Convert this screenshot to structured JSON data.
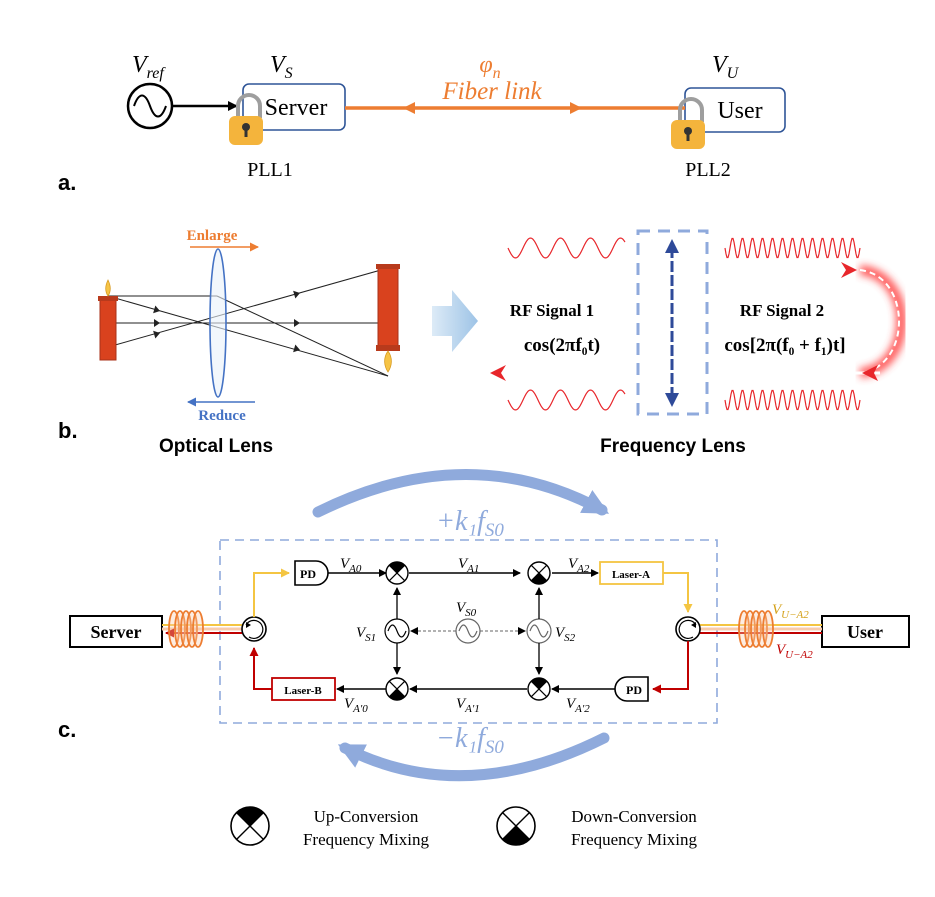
{
  "panel_a": {
    "label": "a.",
    "vref": "V",
    "vref_sub": "ref",
    "vs": "V",
    "vs_sub": "S",
    "vu": "V",
    "vu_sub": "U",
    "server": "Server",
    "user": "User",
    "phi": "φ",
    "phi_sub": "n",
    "fiber_link": "Fiber link",
    "pll1": "PLL1",
    "pll2": "PLL2"
  },
  "panel_b": {
    "label": "b.",
    "enlarge": "Enlarge",
    "reduce": "Reduce",
    "optical_lens": "Optical Lens",
    "frequency_lens": "Frequency Lens",
    "rf1_title": "RF Signal 1",
    "rf1_formula": "cos(2πf₀t)",
    "rf2_title": "RF Signal 2",
    "rf2_formula": "cos[2π(f₀ + f₁)t]"
  },
  "panel_c": {
    "label": "c.",
    "plus_shift": "+k₁f",
    "plus_shift_sub": "S0",
    "minus_shift": "−k₁f",
    "minus_shift_sub": "S0",
    "server": "Server",
    "user": "User",
    "pd_top": "PD",
    "pd_bottom": "PD",
    "laser_a": "Laser-A",
    "laser_b": "Laser-B",
    "va0": "V",
    "va0_sub": "A0",
    "va1": "V",
    "va1_sub": "A1",
    "va2": "V",
    "va2_sub": "A2",
    "vs0": "V",
    "vs0_sub": "S0",
    "vs1": "V",
    "vs1_sub": "S1",
    "vs2": "V",
    "vs2_sub": "S2",
    "vap0": "V",
    "vap0_sub": "A′0",
    "vap1": "V",
    "vap1_sub": "A′1",
    "vap2": "V",
    "vap2_sub": "A′2",
    "vua2_top": "V",
    "vua2_top_sub": "U−A2",
    "vua2_bot": "V",
    "vua2_bot_sub": "U−A2"
  },
  "legend": {
    "up_line1": "Up-Conversion",
    "up_line2": "Frequency Mixing",
    "down_line1": "Down-Conversion",
    "down_line2": "Frequency Mixing"
  },
  "colors": {
    "fiber_orange": "#ED7D31",
    "lock_gold": "#F4B43C",
    "server_box": "#2F5597",
    "arrow_blue": "#8FAADC",
    "dash_blue": "#2E4A99",
    "rf_red": "#E8262B",
    "laser_a_yellow": "#F4C542",
    "laser_b_red": "#C00000",
    "lens_blue": "#4472C4"
  }
}
